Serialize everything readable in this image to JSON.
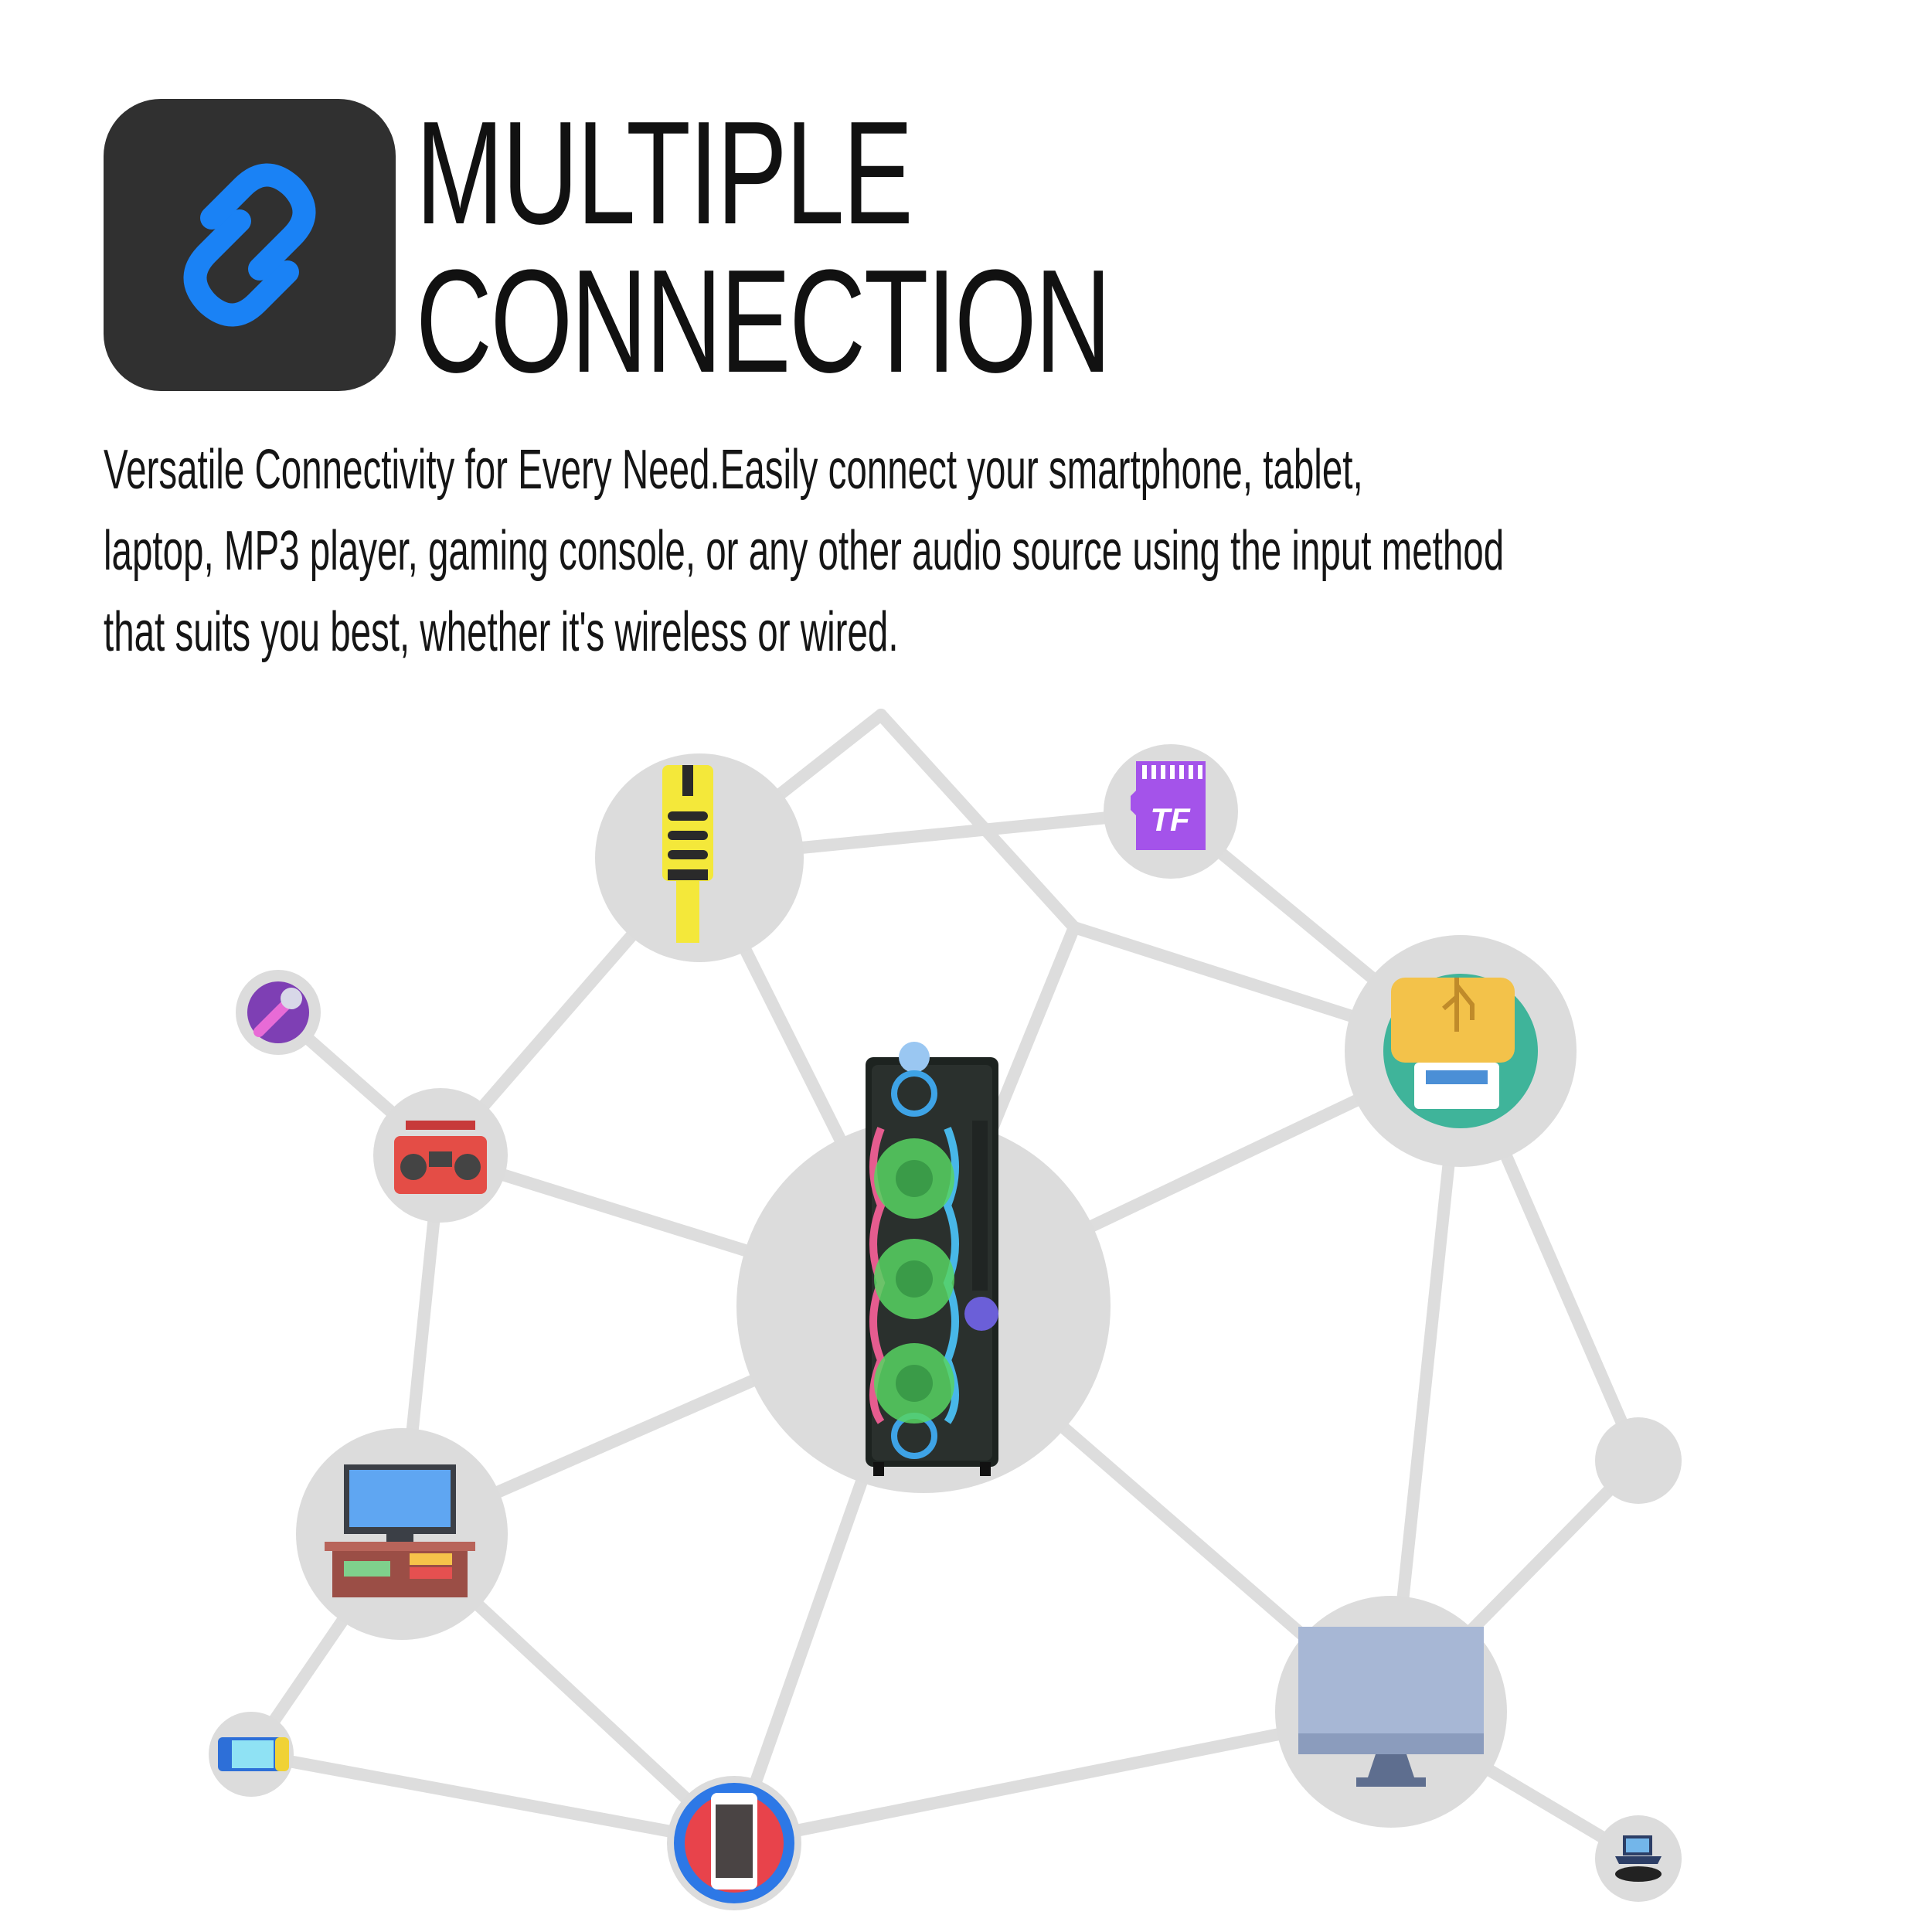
{
  "header": {
    "icon": "link-icon",
    "title_line_1": "MULTIPLE",
    "title_line_2": "CONNECTION"
  },
  "description": {
    "line_1": "Versatile Connectivity for Every Need.Easily connect your smartphone, tablet,",
    "line_2": "laptop, MP3 player, gaming console, or any other audio source using the input method",
    "line_3": "that suits you best, whether it's wireless or wired."
  },
  "colors": {
    "link_blue": "#1a82f5",
    "tile_dark": "#303030",
    "node_gray": "#dcdcdc",
    "line_gray": "#dddddd"
  },
  "card_label": {
    "text": "TF"
  },
  "nodes": [
    "speaker-image",
    "aux-cable-icon",
    "tf-card-icon",
    "usb-drive-icon",
    "microphone-icon",
    "boombox-icon",
    "tv-icon",
    "handheld-console-icon",
    "smartphone-icon",
    "monitor-icon",
    "laptop-icon"
  ]
}
